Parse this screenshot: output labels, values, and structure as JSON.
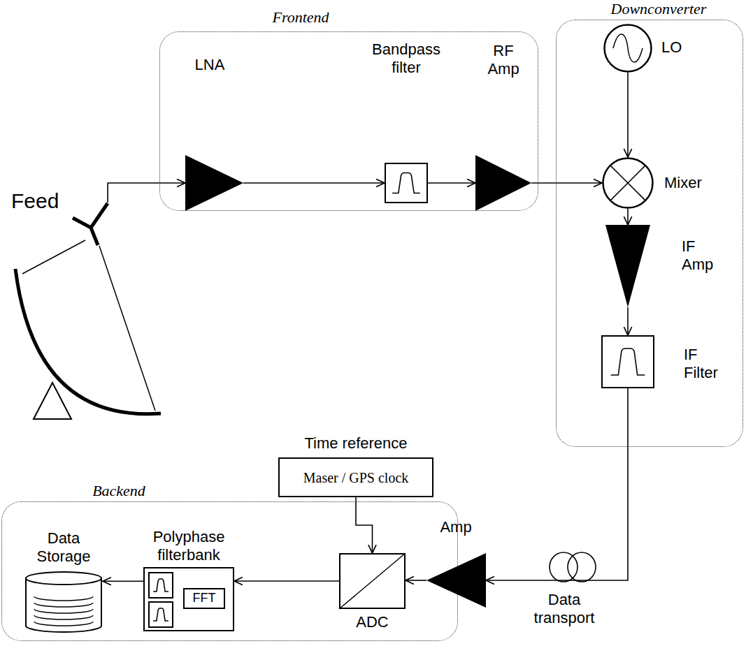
{
  "diagram": {
    "nodes": [
      {
        "text": [
          "Feed"
        ]
      },
      {
        "text": [
          "Frontend"
        ]
      },
      {
        "text": [
          "LNA"
        ],
        "in": 1
      },
      {
        "text": [
          "Bandpass filter"
        ],
        "in": 1
      },
      {
        "text": [
          "RF Amp"
        ],
        "in": 1
      },
      {
        "text": [
          "Downconverter"
        ]
      },
      {
        "text": [
          "LO"
        ],
        "in": 5
      },
      {
        "text": [
          "Mixer"
        ],
        "in": 5
      },
      {
        "text": [
          "IF Amp"
        ],
        "in": 5
      },
      {
        "text": [
          "IF Filter"
        ],
        "in": 5
      },
      {
        "text": [
          "Time reference",
          "Maser / GPS clock"
        ]
      },
      {
        "text": [
          "Backend"
        ]
      },
      {
        "text": [
          "Data Storage"
        ],
        "in": 11
      },
      {
        "text": [
          "Polyphase filterbank"
        ],
        "in": 11
      },
      {
        "text": [
          "FFT"
        ],
        "in": 13
      },
      {
        "text": [
          "ADC"
        ],
        "in": 11
      },
      {
        "text": [
          "Amp"
        ],
        "in": 11
      }
    ],
    "edges": [
      {
        "from": 0,
        "to": 2,
        "arrow": "to"
      },
      {
        "from": 2,
        "to": 3,
        "arrow": "to"
      },
      {
        "from": 3,
        "to": 4,
        "arrow": "to"
      },
      {
        "from": 4,
        "to": 7,
        "arrow": "to"
      },
      {
        "from": 6,
        "to": 7,
        "arrow": "to"
      },
      {
        "from": 7,
        "to": 8,
        "arrow": "to"
      },
      {
        "from": 8,
        "to": 9,
        "arrow": "to"
      },
      {
        "from": 9,
        "to": 16,
        "arrow": "to"
      },
      {
        "from": 16,
        "to": 15,
        "arrow": "to"
      },
      {
        "from": 10,
        "to": 15,
        "arrow": "to"
      },
      {
        "from": 15,
        "to": 13,
        "arrow": "to"
      },
      {
        "from": 13,
        "to": 12,
        "arrow": "to"
      }
    ],
    "labels": [
      "Data transport"
    ]
  }
}
